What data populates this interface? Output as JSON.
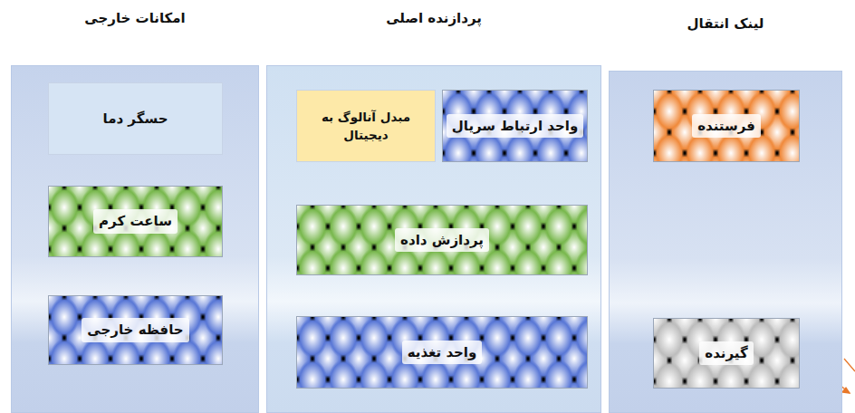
{
  "diagram": {
    "nodes": [
      {
        "text": [
          "لینک انتقال"
        ]
      },
      {
        "text": [
          "فرستنده"
        ],
        "in": 0
      },
      {
        "text": [
          "گیرنده"
        ],
        "in": 0
      },
      {
        "text": [
          "پردازنده اصلی"
        ]
      },
      {
        "text": [
          "واحد ارتباط سریال"
        ],
        "in": 3
      },
      {
        "text": [
          "مبدل آنالوگ به دیجیتال"
        ],
        "in": 3
      },
      {
        "text": [
          "پردازش داده"
        ],
        "in": 3
      },
      {
        "text": [
          "واحد تغذیه"
        ],
        "in": 3
      },
      {
        "text": [
          "امکانات خارجی"
        ]
      },
      {
        "text": [
          "حسگر دما"
        ],
        "in": 8
      },
      {
        "text": [
          "ساعت کرم"
        ],
        "in": 8
      },
      {
        "text": [
          "حافظه خارجی"
        ],
        "in": 8
      }
    ]
  }
}
